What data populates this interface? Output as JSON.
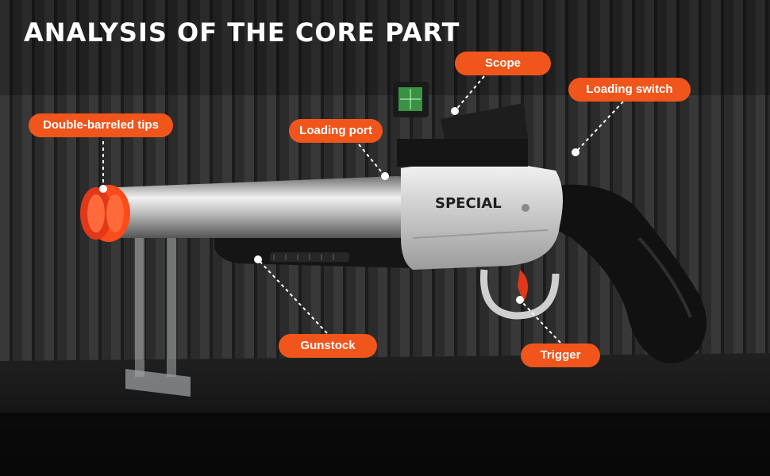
{
  "title": "ANALYSIS OF THE CORE PART",
  "brand_text": "SPECIAL",
  "callouts": {
    "double_barreled_tips": "Double-barreled tips",
    "scope": "Scope",
    "loading_switch": "Loading switch",
    "loading_port": "Loading port",
    "gunstock": "Gunstock",
    "trigger": "Trigger"
  },
  "colors": {
    "callout_bg": "#f0551c",
    "text": "#ffffff",
    "barrel_tip": "#ff4a1a"
  }
}
